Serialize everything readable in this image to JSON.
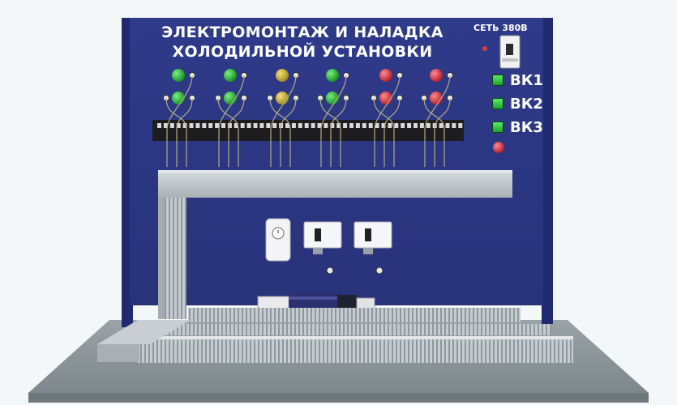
{
  "panel": {
    "title_line1": "ЭЛЕКТРОМОНТАЖ И НАЛАДКА",
    "title_line2": "ХОЛОДИЛЬНОЙ УСТАНОВКИ",
    "network_label": "СЕТЬ 380В"
  },
  "switches": [
    {
      "label": "ВК1"
    },
    {
      "label": "ВК2"
    },
    {
      "label": "ВК3"
    }
  ],
  "indicator_columns": [
    {
      "color": "#22a02c"
    },
    {
      "color": "#22a02c"
    },
    {
      "color": "#c9b52c"
    },
    {
      "color": "#22a02c"
    },
    {
      "color": "#d8303a"
    },
    {
      "color": "#d8303a"
    }
  ],
  "colors": {
    "panel_blue": "#2c3682",
    "frame_blue": "#1f2a70",
    "background": "#f4f7f8",
    "table_gray": "#7f8a90",
    "channel_gray": "#b7bec3"
  }
}
